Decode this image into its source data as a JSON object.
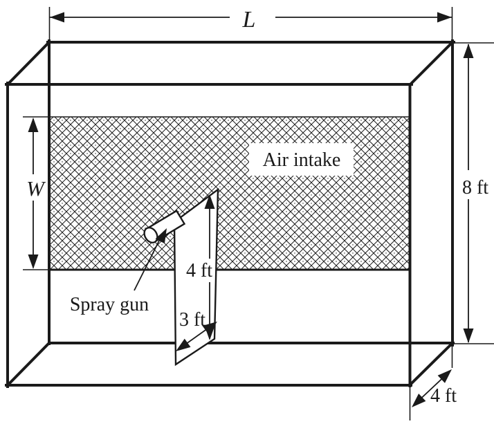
{
  "figure": {
    "labels": {
      "length": "L",
      "height": "8 ft",
      "intake_width": "W",
      "air_intake": "Air intake",
      "spray_gun": "Spray gun",
      "gun_height": "4 ft",
      "gun_distance": "3 ft",
      "booth_depth": "4 ft"
    },
    "colors": {
      "line": "#1a1a1a",
      "background": "#ffffff",
      "hatch": "#1a1a1a"
    }
  }
}
